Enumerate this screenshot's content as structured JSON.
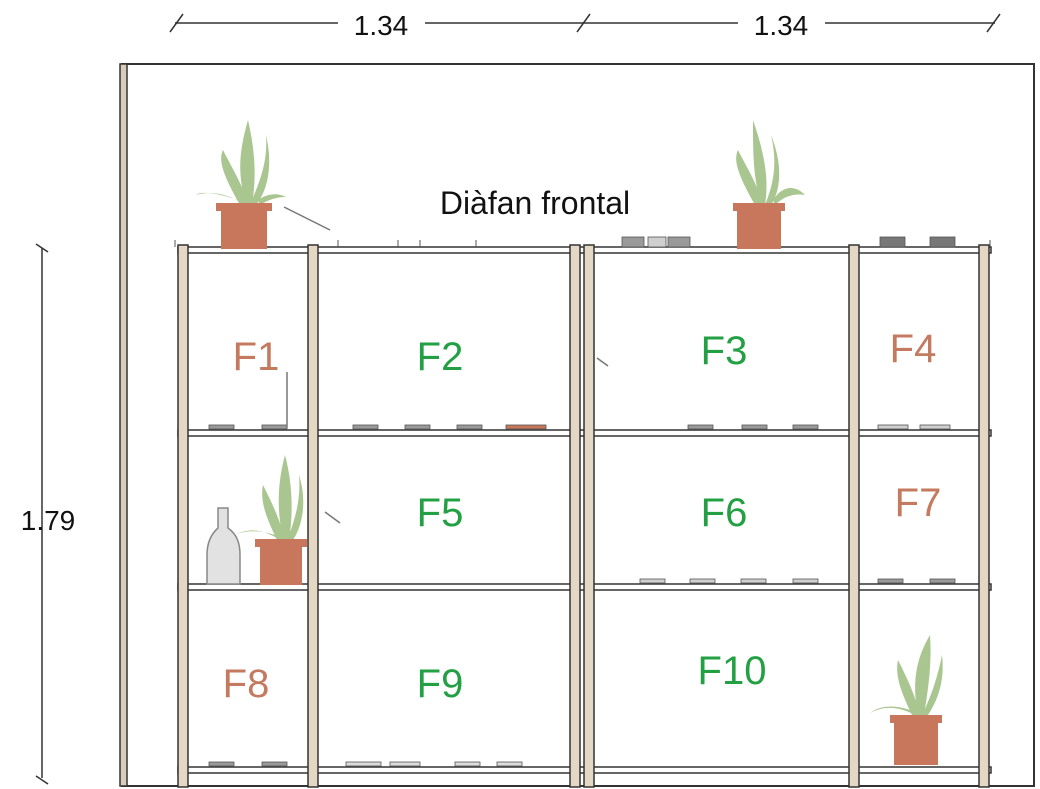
{
  "dimensions": {
    "left_width": "1.34",
    "right_width": "1.34",
    "height": "1.79"
  },
  "title": "Diàfan frontal",
  "cells": [
    {
      "id": "F1",
      "label": "F1",
      "color": "#c47a5f"
    },
    {
      "id": "F2",
      "label": "F2",
      "color": "#22a043"
    },
    {
      "id": "F3",
      "label": "F3",
      "color": "#22a043"
    },
    {
      "id": "F4",
      "label": "F4",
      "color": "#c47a5f"
    },
    {
      "id": "F5",
      "label": "F5",
      "color": "#22a043"
    },
    {
      "id": "F6",
      "label": "F6",
      "color": "#22a043"
    },
    {
      "id": "F7",
      "label": "F7",
      "color": "#c47a5f"
    },
    {
      "id": "F8",
      "label": "F8",
      "color": "#c47a5f"
    },
    {
      "id": "F9",
      "label": "F9",
      "color": "#22a043"
    },
    {
      "id": "F10",
      "label": "F10",
      "color": "#22a043"
    }
  ],
  "colors": {
    "post": "#e4d8c4",
    "outline": "#333333",
    "pot": "#c8775c",
    "leaf": "#a9c690",
    "green_label": "#22a043",
    "brown_label": "#c47a5f"
  },
  "icons": [
    "plant-pot-icon",
    "bottle-icon"
  ]
}
